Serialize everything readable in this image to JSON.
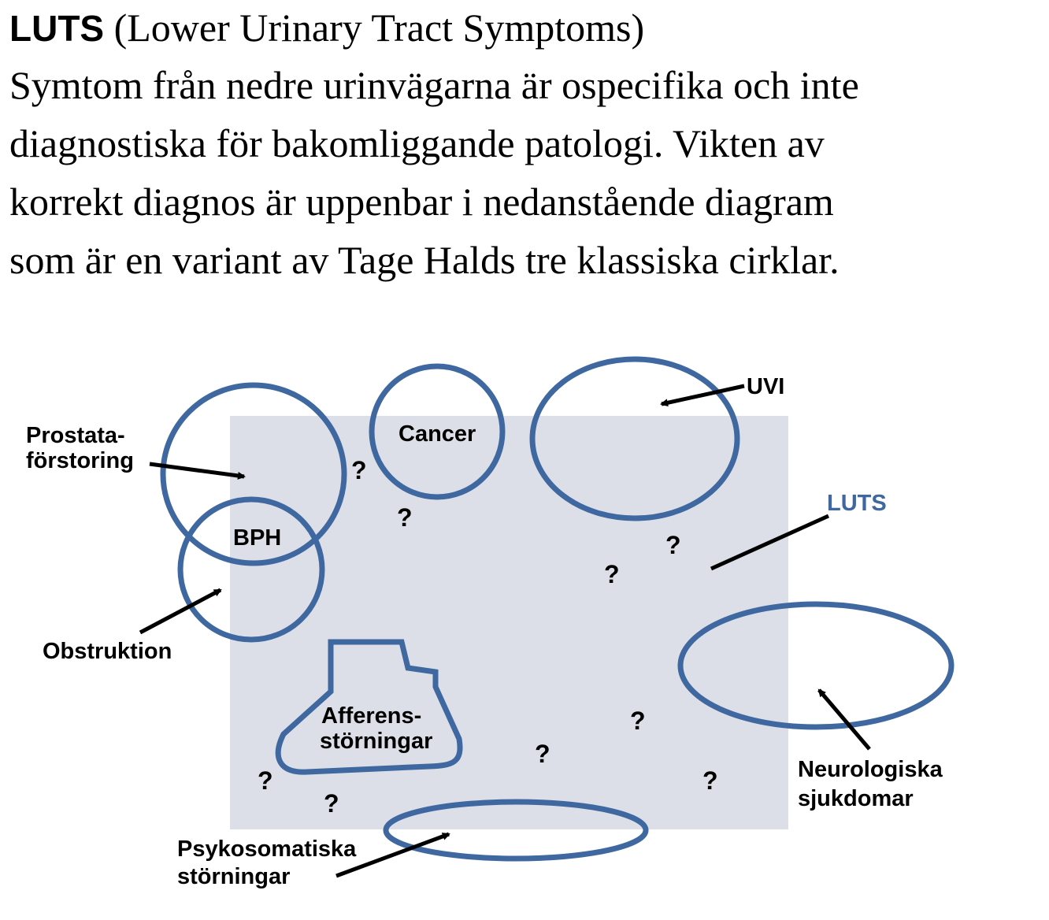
{
  "heading": {
    "title_bold": "LUTS",
    "title_rest": " (Lower Urinary Tract Symptoms)",
    "body_lines": [
      "Symtom från nedre urinvägarna är ospecifika och inte",
      "diagnostiska för bakomliggande patologi. Vikten av",
      "korrekt diagnos är uppenbar i nedanstående diagram",
      "som är en variant av Tage Halds tre klassiska cirklar."
    ]
  },
  "diagram": {
    "colors": {
      "region": "#dcdfe7",
      "outline": "#3f67a0",
      "arrow": "#000000"
    },
    "labels": {
      "prostata_line1": "Prostata-",
      "prostata_line2": "förstoring",
      "bph": "BPH",
      "obstruktion": "Obstruktion",
      "cancer": "Cancer",
      "uvi": "UVI",
      "luts": "LUTS",
      "afferens_line1": "Afferens-",
      "afferens_line2": "störningar",
      "neuro_line1": "Neurologiska",
      "neuro_line2": "sjukdomar",
      "psyko_line1": "Psykosomatiska",
      "psyko_line2": "störningar"
    },
    "question_mark": "?"
  }
}
